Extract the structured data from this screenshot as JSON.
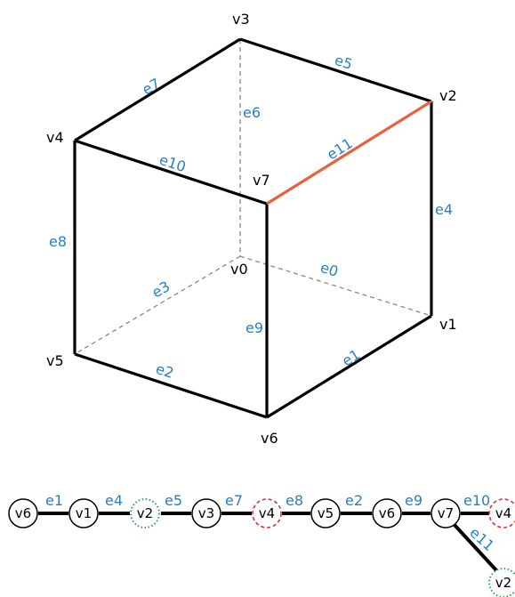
{
  "colors": {
    "edge": "#000000",
    "highlight_edge": "#e8603c",
    "hidden_edge": "#888888",
    "edge_label": "#2a7fc4",
    "dashed_red_node": "#d9342b",
    "dotted_green_node": "#2e9e4f"
  },
  "cube": {
    "vertices": [
      "v0",
      "v1",
      "v2",
      "v3",
      "v4",
      "v5",
      "v6",
      "v7"
    ],
    "edges": [
      {
        "id": "e0",
        "from": "v0",
        "to": "v1",
        "style": "dashed"
      },
      {
        "id": "e1",
        "from": "v1",
        "to": "v6",
        "style": "solid"
      },
      {
        "id": "e2",
        "from": "v5",
        "to": "v6",
        "style": "solid"
      },
      {
        "id": "e3",
        "from": "v0",
        "to": "v5",
        "style": "dashed"
      },
      {
        "id": "e4",
        "from": "v1",
        "to": "v2",
        "style": "solid"
      },
      {
        "id": "e5",
        "from": "v2",
        "to": "v3",
        "style": "solid"
      },
      {
        "id": "e6",
        "from": "v3",
        "to": "v0",
        "style": "dashed"
      },
      {
        "id": "e7",
        "from": "v3",
        "to": "v4",
        "style": "solid"
      },
      {
        "id": "e8",
        "from": "v4",
        "to": "v5",
        "style": "solid"
      },
      {
        "id": "e9",
        "from": "v6",
        "to": "v7",
        "style": "solid"
      },
      {
        "id": "e10",
        "from": "v4",
        "to": "v7",
        "style": "solid"
      },
      {
        "id": "e11",
        "from": "v7",
        "to": "v2",
        "style": "highlight"
      }
    ]
  },
  "path": {
    "nodes": [
      {
        "label": "v6",
        "style": "solid"
      },
      {
        "label": "v1",
        "style": "solid"
      },
      {
        "label": "v2",
        "style": "dotted-green"
      },
      {
        "label": "v3",
        "style": "solid"
      },
      {
        "label": "v4",
        "style": "dashed-red"
      },
      {
        "label": "v5",
        "style": "solid"
      },
      {
        "label": "v6",
        "style": "solid"
      },
      {
        "label": "v7",
        "style": "solid"
      },
      {
        "label": "v4",
        "style": "dashed-red"
      },
      {
        "label": "v2",
        "style": "dotted-green"
      }
    ],
    "edges": [
      {
        "label": "e1"
      },
      {
        "label": "e4"
      },
      {
        "label": "e5"
      },
      {
        "label": "e7"
      },
      {
        "label": "e8"
      },
      {
        "label": "e2"
      },
      {
        "label": "e9"
      },
      {
        "label": "e10"
      },
      {
        "label": "e11"
      }
    ]
  }
}
